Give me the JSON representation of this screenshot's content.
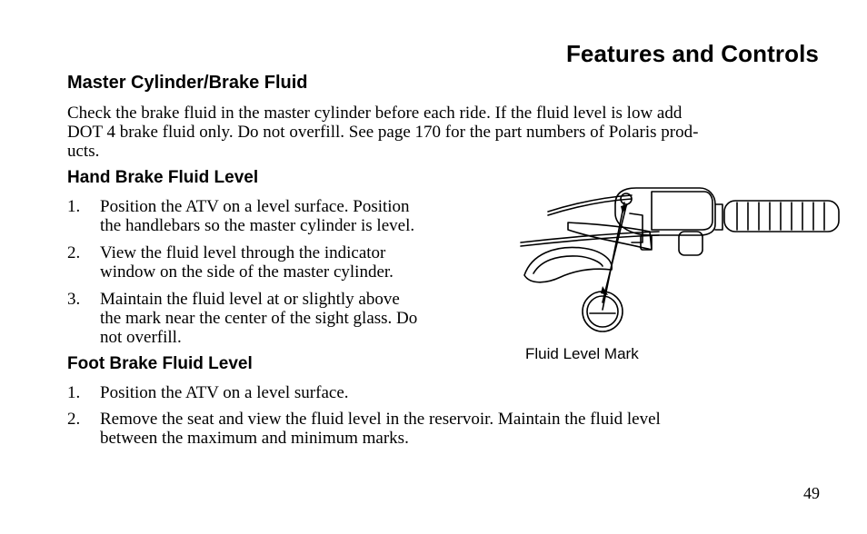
{
  "header": {
    "section_title": "Features and Controls"
  },
  "master_cylinder": {
    "heading": "Master Cylinder/Brake Fluid",
    "intro_lines": [
      "Check the brake fluid in the master cylinder before each ride. If the fluid level is low add",
      "DOT 4 brake fluid only. Do not overfill. See page 170 for the part numbers of Polaris prod-",
      "ucts."
    ]
  },
  "hand_brake": {
    "heading": "Hand Brake Fluid Level",
    "steps": [
      {
        "num": "1.",
        "lines": [
          "Position the ATV on a level surface. Position",
          "the handlebars so the master cylinder is level."
        ]
      },
      {
        "num": "2.",
        "lines": [
          "View the fluid level through the indicator",
          "window on the side of the master cylinder."
        ]
      },
      {
        "num": "3.",
        "lines": [
          "Maintain the fluid level at or slightly above",
          "the mark near the center of the sight glass. Do",
          "not overfill."
        ]
      }
    ]
  },
  "foot_brake": {
    "heading": "Foot Brake Fluid Level",
    "steps": [
      {
        "num": "1.",
        "lines": [
          "Position the ATV on a level surface."
        ]
      },
      {
        "num": "2.",
        "lines": [
          "Remove the seat and view the fluid level in the reservoir. Maintain the fluid level",
          "between the maximum and minimum marks."
        ]
      }
    ]
  },
  "figure": {
    "caption": "Fluid Level Mark",
    "icon": "handlebar-master-cylinder-illustration"
  },
  "footer": {
    "page_number": "49"
  }
}
